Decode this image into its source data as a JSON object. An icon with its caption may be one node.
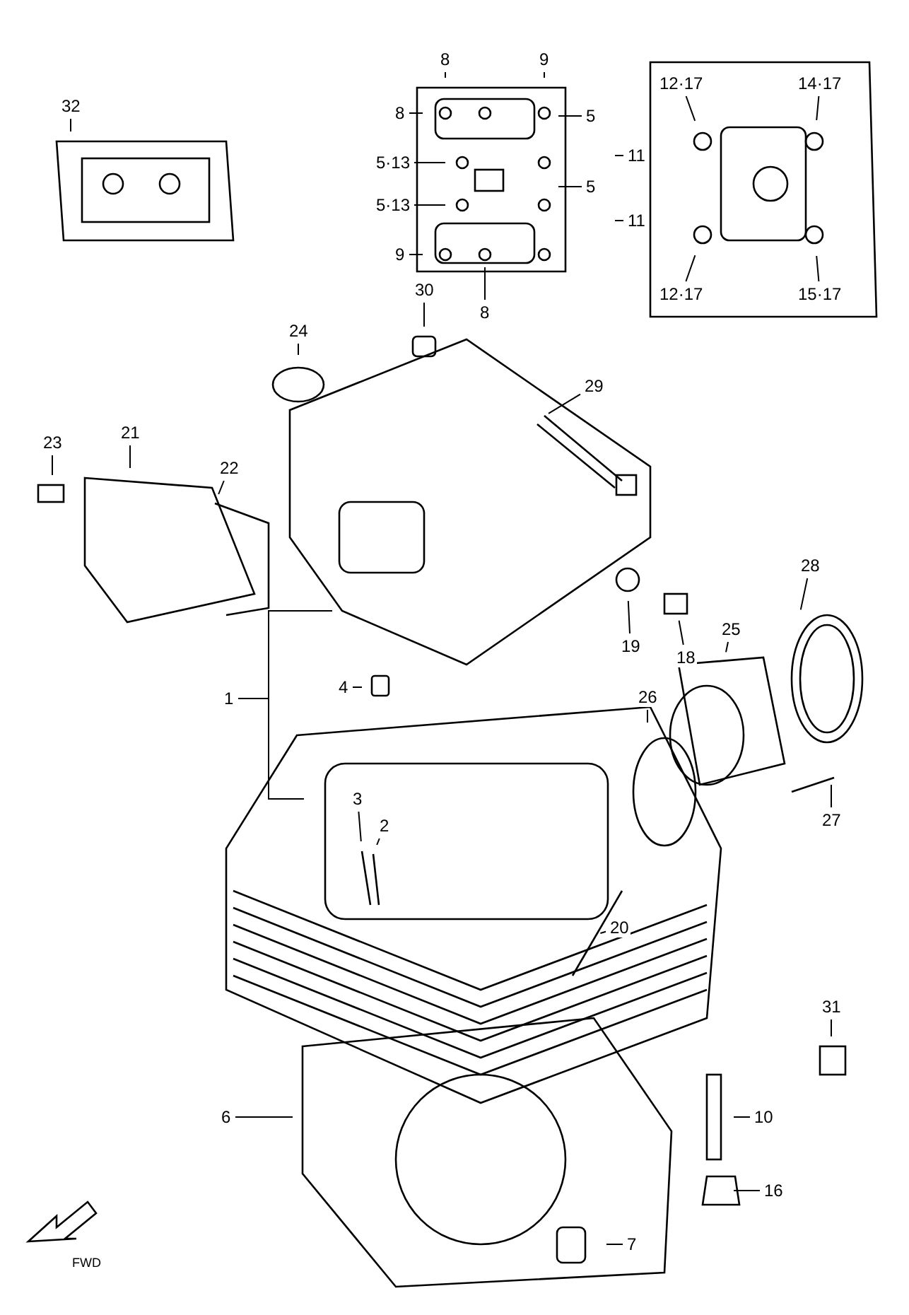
{
  "diagram": {
    "nodes": [
      {
        "text": [
          "32"
        ]
      },
      {
        "text": [
          "8"
        ]
      },
      {
        "text": [
          "9"
        ]
      },
      {
        "text": [
          "8"
        ]
      },
      {
        "text": [
          "5"
        ]
      },
      {
        "text": [
          "5·13"
        ]
      },
      {
        "text": [
          "11"
        ]
      },
      {
        "text": [
          "5·13"
        ]
      },
      {
        "text": [
          "5"
        ]
      },
      {
        "text": [
          "11"
        ]
      },
      {
        "text": [
          "9"
        ]
      },
      {
        "text": [
          "8"
        ]
      },
      {
        "text": [
          "12·17"
        ]
      },
      {
        "text": [
          "14·17"
        ]
      },
      {
        "text": [
          "12·17"
        ]
      },
      {
        "text": [
          "15·17"
        ]
      },
      {
        "text": [
          "30"
        ]
      },
      {
        "text": [
          "24"
        ]
      },
      {
        "text": [
          "29"
        ]
      },
      {
        "text": [
          "23"
        ]
      },
      {
        "text": [
          "21"
        ]
      },
      {
        "text": [
          "22"
        ]
      },
      {
        "text": [
          "28"
        ]
      },
      {
        "text": [
          "19"
        ]
      },
      {
        "text": [
          "18"
        ]
      },
      {
        "text": [
          "25"
        ]
      },
      {
        "text": [
          "1"
        ]
      },
      {
        "text": [
          "4"
        ]
      },
      {
        "text": [
          "26"
        ]
      },
      {
        "text": [
          "3"
        ]
      },
      {
        "text": [
          "2"
        ]
      },
      {
        "text": [
          "27"
        ]
      },
      {
        "text": [
          "20"
        ]
      },
      {
        "text": [
          "31"
        ]
      },
      {
        "text": [
          "6"
        ]
      },
      {
        "text": [
          "10"
        ]
      },
      {
        "text": [
          "16"
        ]
      },
      {
        "text": [
          "7"
        ]
      }
    ],
    "edges": [
      {
        "from": 0,
        "to": null,
        "arrow": "none"
      },
      {
        "from": 1,
        "to": null,
        "arrow": "none"
      },
      {
        "from": 2,
        "to": null,
        "arrow": "none"
      },
      {
        "from": 3,
        "to": null,
        "arrow": "none"
      },
      {
        "from": 4,
        "to": null,
        "arrow": "none"
      },
      {
        "from": 5,
        "to": null,
        "arrow": "none"
      },
      {
        "from": 6,
        "to": null,
        "arrow": "none"
      },
      {
        "from": 7,
        "to": null,
        "arrow": "none"
      },
      {
        "from": 8,
        "to": null,
        "arrow": "none"
      },
      {
        "from": 9,
        "to": null,
        "arrow": "none"
      },
      {
        "from": 10,
        "to": null,
        "arrow": "none"
      },
      {
        "from": 11,
        "to": null,
        "arrow": "none"
      },
      {
        "from": 12,
        "to": null,
        "arrow": "none"
      },
      {
        "from": 13,
        "to": null,
        "arrow": "none"
      },
      {
        "from": 14,
        "to": null,
        "arrow": "none"
      },
      {
        "from": 15,
        "to": null,
        "arrow": "none"
      },
      {
        "from": 16,
        "to": null,
        "arrow": "none"
      },
      {
        "from": 17,
        "to": null,
        "arrow": "none"
      },
      {
        "from": 18,
        "to": null,
        "arrow": "none"
      },
      {
        "from": 19,
        "to": null,
        "arrow": "none"
      },
      {
        "from": 20,
        "to": null,
        "arrow": "none"
      },
      {
        "from": 21,
        "to": null,
        "arrow": "none"
      },
      {
        "from": 22,
        "to": null,
        "arrow": "none"
      },
      {
        "from": 23,
        "to": null,
        "arrow": "none"
      },
      {
        "from": 24,
        "to": null,
        "arrow": "none"
      },
      {
        "from": 25,
        "to": null,
        "arrow": "none"
      },
      {
        "from": 26,
        "to": null,
        "arrow": "none"
      },
      {
        "from": 26,
        "to": null,
        "arrow": "none"
      },
      {
        "from": 27,
        "to": null,
        "arrow": "none"
      },
      {
        "from": 28,
        "to": null,
        "arrow": "none"
      },
      {
        "from": 29,
        "to": null,
        "arrow": "none"
      },
      {
        "from": 30,
        "to": null,
        "arrow": "none"
      },
      {
        "from": 31,
        "to": null,
        "arrow": "none"
      },
      {
        "from": 32,
        "to": null,
        "arrow": "none"
      },
      {
        "from": 33,
        "to": null,
        "arrow": "none"
      },
      {
        "from": 34,
        "to": null,
        "arrow": "none"
      },
      {
        "from": 35,
        "to": null,
        "arrow": "none"
      },
      {
        "from": 36,
        "to": null,
        "arrow": "none"
      },
      {
        "from": 37,
        "to": null,
        "arrow": "none"
      }
    ],
    "labels": [
      "FWD"
    ]
  }
}
